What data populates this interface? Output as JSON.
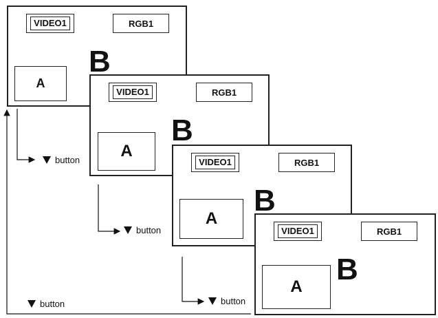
{
  "screens": [
    {
      "selected_input": "VIDEO1",
      "other_input": "RGB1",
      "main_label": "B",
      "pip_label": "A"
    },
    {
      "selected_input": "VIDEO1",
      "other_input": "RGB1",
      "main_label": "B",
      "pip_label": "A"
    },
    {
      "selected_input": "VIDEO1",
      "other_input": "RGB1",
      "main_label": "B",
      "pip_label": "A"
    },
    {
      "selected_input": "VIDEO1",
      "other_input": "RGB1",
      "main_label": "B",
      "pip_label": "A"
    }
  ],
  "steps": [
    {
      "label": "button"
    },
    {
      "label": "button"
    },
    {
      "label": "button"
    },
    {
      "label": "button"
    }
  ]
}
